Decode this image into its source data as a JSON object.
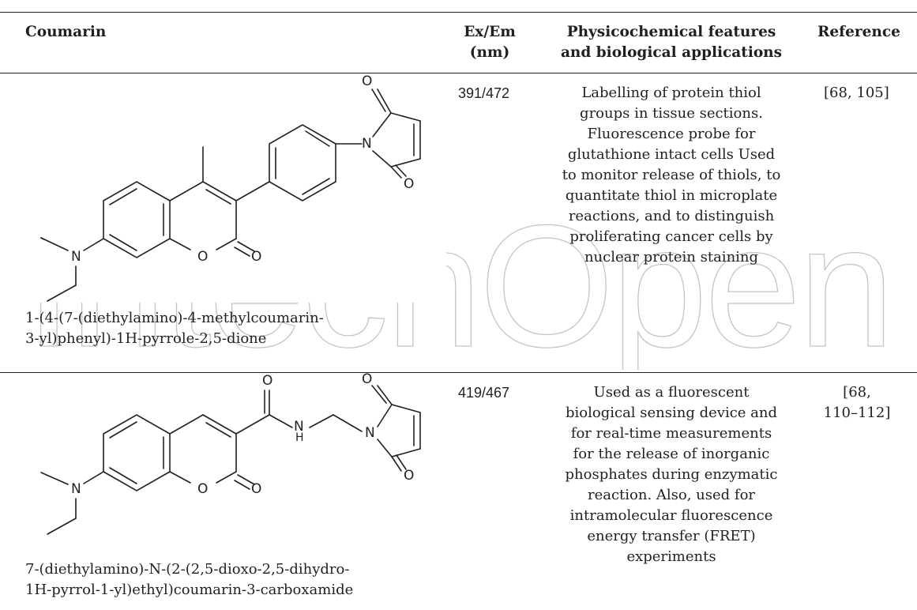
{
  "table": {
    "headers": {
      "coumarin": "Coumarin",
      "exem_line1": "Ex/Em",
      "exem_line2": "(nm)",
      "features_line1": "Physicochemical features",
      "features_line2": "and biological applications",
      "reference": "Reference"
    },
    "rows": [
      {
        "structure_atoms": [
          "O",
          "N",
          "O",
          "N",
          "O",
          "O"
        ],
        "name_line1": "1-(4-(7-(diethylamino)-4-methylcoumarin-",
        "name_line2": "3-yl)phenyl)-1H-pyrrole-2,5-dione",
        "exem": "391/472",
        "features": [
          "Labelling of protein thiol",
          "groups in tissue sections.",
          "Fluorescence probe for",
          "glutathione intact cells Used",
          "to monitor release of thiols, to",
          "quantitate thiol in microplate",
          "reactions, and to distinguish",
          "proliferating cancer cells by",
          "nuclear protein staining"
        ],
        "reference": "[68, 105]"
      },
      {
        "structure_atoms": [
          "O",
          "O",
          "N",
          "H",
          "N",
          "O",
          "N",
          "O",
          "O"
        ],
        "name_line1": "7-(diethylamino)-N-(2-(2,5-dioxo-2,5-dihydro-",
        "name_line2": "1H-pyrrol-1-yl)ethyl)coumarin-3-carboxamide",
        "exem": "419/467",
        "features": [
          "Used as a fluorescent",
          "biological sensing device and",
          "for real-time measurements",
          "for the release of inorganic",
          "phosphates during enzymatic",
          "reaction. Also, used for",
          "intramolecular fluorescence",
          "energy transfer (FRET)",
          "experiments"
        ],
        "reference_line1": "[68,",
        "reference_line2": "110–112]"
      }
    ]
  },
  "watermark": {
    "text": "IntechOpen",
    "color": "#bdbdbd"
  }
}
